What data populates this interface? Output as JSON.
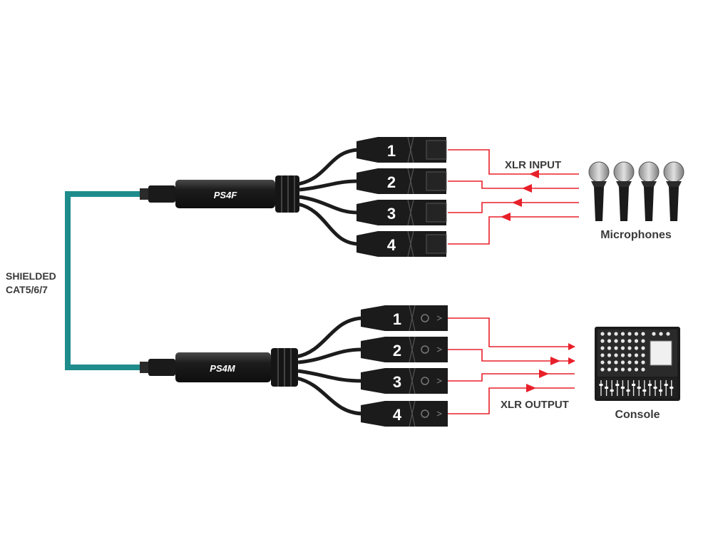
{
  "labels": {
    "cable": [
      "SHIELDED",
      "CAT5/6/7"
    ],
    "xlr_input": "XLR INPUT",
    "xlr_output": "XLR OUTPUT",
    "microphones": "Microphones",
    "console": "Console"
  },
  "units": {
    "top": {
      "model": "PS4F",
      "connector": "XLR female"
    },
    "bottom": {
      "model": "PS4M",
      "connector": "XLR male"
    }
  },
  "channels": [
    "1",
    "2",
    "3",
    "4"
  ],
  "colors": {
    "cable": "#1f8c8c",
    "signal": "#e8202a",
    "body": "#1b1b1b",
    "text": "#3a3a3a"
  }
}
